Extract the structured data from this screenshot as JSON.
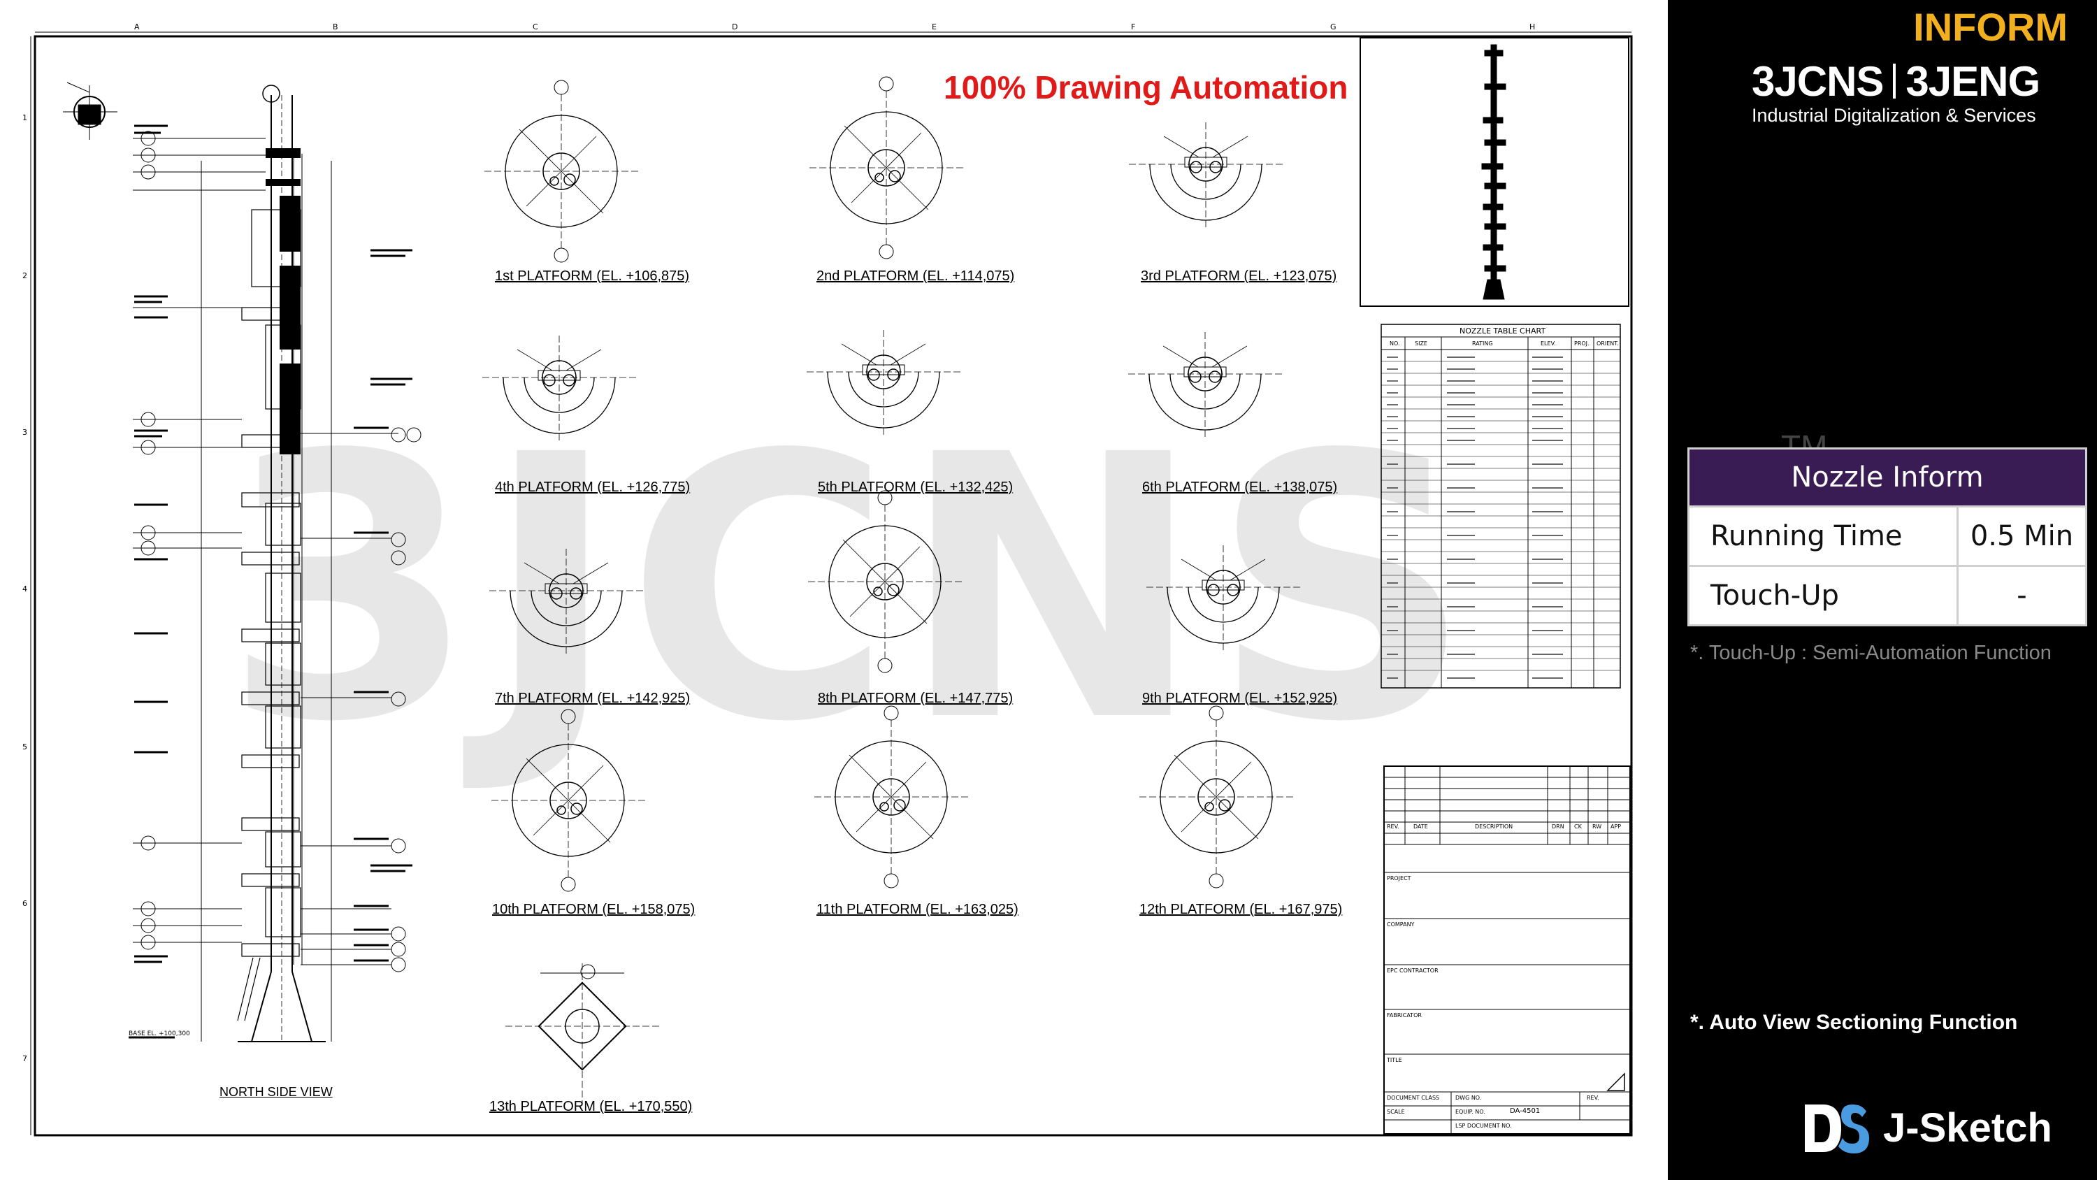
{
  "drawing": {
    "column_markers": [
      "A",
      "B",
      "C",
      "D",
      "E",
      "F",
      "G",
      "H"
    ],
    "row_markers": [
      "1",
      "2",
      "3",
      "4",
      "5",
      "6",
      "7"
    ],
    "watermark": "3JCNS",
    "automation_label": "100% Drawing Automation",
    "view_title": "NORTH SIDE VIEW",
    "platforms": [
      "1st PLATFORM (EL. +106,875)",
      "2nd PLATFORM (EL. +114,075)",
      "3rd PLATFORM (EL. +123,075)",
      "4th PLATFORM (EL. +126,775)",
      "5th PLATFORM (EL. +132,425)",
      "6th PLATFORM (EL. +138,075)",
      "7th PLATFORM (EL. +142,925)",
      "8th PLATFORM (EL. +147,775)",
      "9th PLATFORM (EL. +152,925)",
      "10th PLATFORM (EL. +158,075)",
      "11th PLATFORM (EL. +163,025)",
      "12th PLATFORM (EL. +167,975)",
      "13th PLATFORM (EL. +170,550)"
    ],
    "nozzle_chart_title": "NOZZLE TABLE CHART",
    "nozzle_chart_headers": [
      "NO.",
      "SIZE",
      "RATING",
      "ELEV.",
      "PROJ.",
      "ORIENT."
    ],
    "title_block_labels": {
      "project": "PROJECT",
      "company": "COMPANY",
      "epc": "EPC CONTRACTOR",
      "fabricator": "FABRICATOR",
      "title": "TITLE",
      "doc_class": "DOCUMENT CLASS",
      "dwg_no": "DWG NO.",
      "scale": "SCALE",
      "equip_no": "EQUIP. NO.",
      "equip_no_value": "DA-4501",
      "lsp": "LSP DOCUMENT NO.",
      "rev": "REV.",
      "date": "DATE",
      "description": "DESCRIPTION",
      "drn": "DRN",
      "ck": "CK",
      "rw": "RW",
      "app": "APP"
    },
    "base_label": "BASE EL. +100,300"
  },
  "sidebar": {
    "inform_label": "INFORM",
    "brand_left": "3JCNS",
    "brand_right": "3JENG",
    "tagline": "Industrial Digitalization & Services",
    "tm": "TM",
    "nozzle_table": {
      "header": "Nozzle Inform",
      "rows": [
        {
          "label": "Running Time",
          "value": "0.5 Min"
        },
        {
          "label": "Touch-Up",
          "value": "-"
        }
      ]
    },
    "note_touchup": "*. Touch-Up : Semi-Automation Function",
    "note_auto_view": "*. Auto View Sectioning Function",
    "footer_logo": "DS",
    "footer_text": "J-Sketch"
  },
  "colors": {
    "inform": "#f2b01e",
    "automation": "#e01919",
    "table_header": "#3a1c55",
    "sidebar_bg": "#000000"
  }
}
